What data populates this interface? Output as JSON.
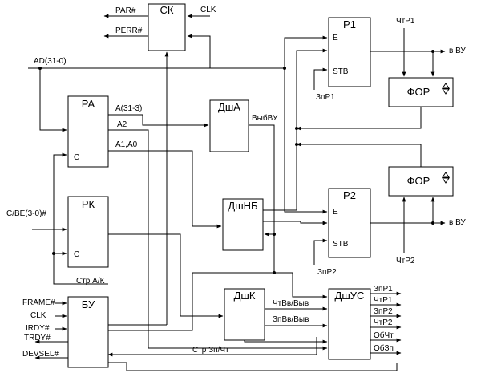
{
  "colors": {
    "line": "#000000",
    "background": "#ffffff"
  },
  "blocks": {
    "sk": "СК",
    "ra": "РА",
    "rk": "РК",
    "bu": "БУ",
    "dsha": "ДшА",
    "dshnb": "ДшНБ",
    "dshk": "ДшК",
    "dshus": "ДшУС",
    "p1": "Р1",
    "p2": "Р2",
    "for1": "ФОР",
    "for2": "ФОР"
  },
  "ports": {
    "c": "С",
    "e": "E",
    "stb": "STB"
  },
  "signals": {
    "par": "PAR#",
    "perr": "PERR#",
    "clk_sk": "CLK",
    "ad": "AD(31-0)",
    "a31_3": "A(31-3)",
    "a2": "A2",
    "a1a0": "A1,A0",
    "vybvu": "ВыбВУ",
    "cbe": "C/BE(3-0)#",
    "chtp1": "ЧтР1",
    "chtp2": "ЧтР2",
    "out1": "в ВУ",
    "out2": "в ВУ",
    "zpp1": "ЗпР1",
    "zpp2": "ЗпР2",
    "frame": "FRAME#",
    "clk_bu": "CLK",
    "irdy": "IRDY#",
    "trdy": "TRDY#",
    "devsel": "DEVSEL#",
    "str_ak": "Стр А/К",
    "chtvv": "ЧтВв/Выв",
    "zpvv": "ЗпВв/Выв",
    "str_zpcht": "Стр Зп/Чт"
  },
  "outputs": [
    "ЗпР1",
    "ЧтР1",
    "ЗпР2",
    "ЧтР2",
    "ОбЧт",
    "ОбЗп"
  ]
}
